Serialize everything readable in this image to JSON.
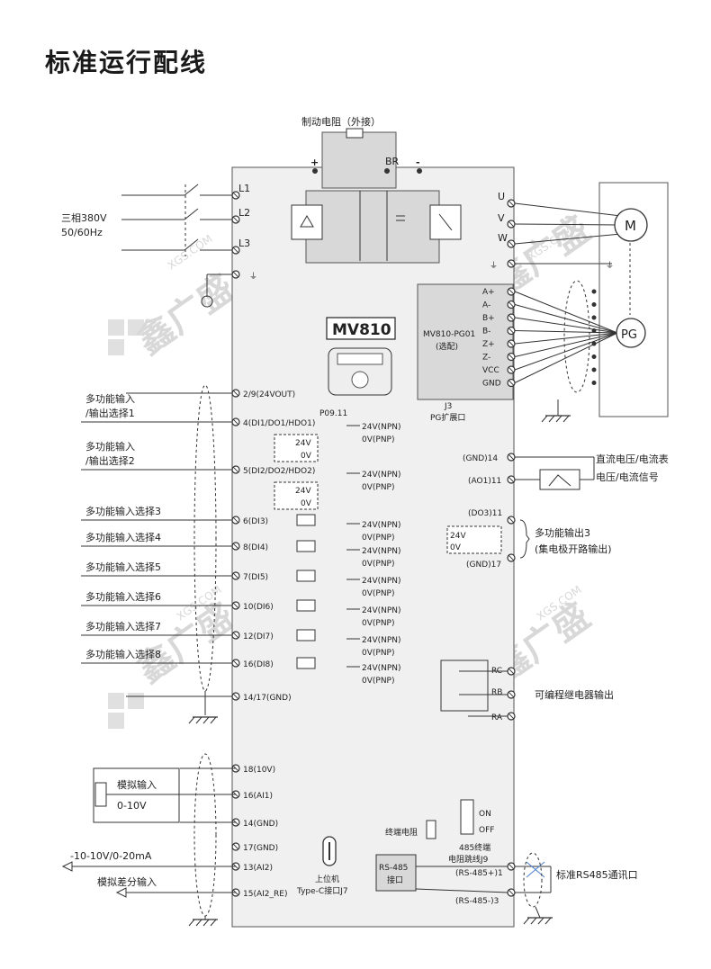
{
  "title": "标准运行配线",
  "top": {
    "brake_resistor": "制动电阻（外接）",
    "plus": "+",
    "br": "BR",
    "minus": "-",
    "supply": [
      "三相380V",
      "50/60Hz"
    ],
    "inputs": [
      "L1",
      "L2",
      "L3"
    ],
    "outputs": [
      "U",
      "V",
      "W"
    ],
    "motor": "M"
  },
  "model": "MV810",
  "pg": {
    "card": [
      "MV810-PG01",
      "(选配)"
    ],
    "port": [
      "J3",
      "PG扩展口"
    ],
    "terminals": [
      "A+",
      "A-",
      "B+",
      "B-",
      "Z+",
      "Z-",
      "VCC",
      "GND"
    ],
    "encoder": "PG"
  },
  "left_terminals": [
    {
      "pin": "2/9(24VOUT)",
      "label": ""
    },
    {
      "pin": "4(DI1/DO1/HDO1)",
      "label": "多功能输入\n/输出选择1"
    },
    {
      "pin": "5(DI2/DO2/HDO2)",
      "label": "多功能输入\n/输出选择2"
    },
    {
      "pin": "6(DI3)",
      "label": "多功能输入选择3"
    },
    {
      "pin": "8(DI4)",
      "label": "多功能输入选择4"
    },
    {
      "pin": "7(DI5)",
      "label": "多功能输入选择5"
    },
    {
      "pin": "10(DI6)",
      "label": "多功能输入选择6"
    },
    {
      "pin": "12(DI7)",
      "label": "多功能输入选择7"
    },
    {
      "pin": "16(DI8)",
      "label": "多功能输入选择8"
    },
    {
      "pin": "14/17(GND)",
      "label": ""
    }
  ],
  "npn": "24V(NPN)",
  "pnp": "0V(PNP)",
  "param": "P09.11",
  "sw24": "24V",
  "sw0": "0V",
  "analog_terminals": [
    "18(10V)",
    "16(AI1)",
    "14(GND)",
    "17(GND)",
    "13(AI2)",
    "15(AI2_RE)"
  ],
  "analog_in": [
    "模拟输入",
    "0-10V"
  ],
  "analog_in2": "-10-10V/0-20mA",
  "analog_diff": "模拟差分输入",
  "right": {
    "gnd14": "(GND)14",
    "ao1": "(AO1)11",
    "meter": [
      "直流电压/电流表",
      "电压/电流信号"
    ],
    "do3": "(DO3)11",
    "gnd17": "(GND)17",
    "do3_label": [
      "多功能输出3",
      "(集电极开路输出)"
    ],
    "relay_pins": [
      "RC",
      "RB",
      "RA"
    ],
    "relay_label": "可编程继电器输出",
    "on": "ON",
    "off": "OFF",
    "term_res": "终端电阻",
    "j9": [
      "485终端",
      "电阻跳线J9"
    ],
    "rs485_box": [
      "RS-485",
      "接口"
    ],
    "rs485p": "(RS-485+)1",
    "rs485n": "(RS-485-)3",
    "rs485_label": "标准RS485通讯口",
    "usb": [
      "上位机",
      "Type-C接口J7"
    ]
  },
  "watermark": "鑫广盛",
  "watermark_sub": "XGS.COM"
}
